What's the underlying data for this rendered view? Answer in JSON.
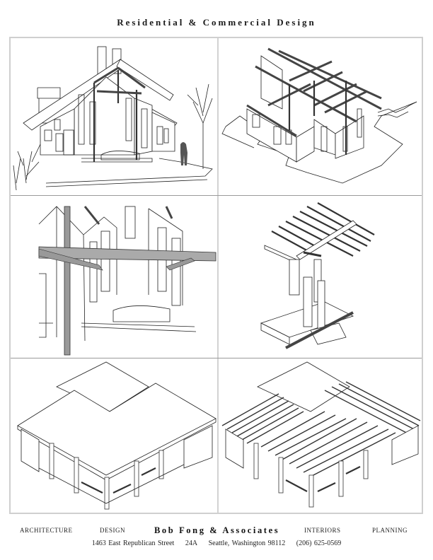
{
  "header": {
    "title": "Residential & Commercial Design"
  },
  "panels": [
    {
      "id": "exterior-perspective",
      "description": "Exterior perspective sketch of gabled house with trees and person"
    },
    {
      "id": "isometric-framing",
      "description": "Isometric cutaway of house framing with beams"
    },
    {
      "id": "interior-perspective",
      "description": "Interior perspective with exposed beams and tall windows"
    },
    {
      "id": "structural-details",
      "description": "Isometric beam-column joint and foundation details"
    },
    {
      "id": "isometric-roof",
      "description": "Isometric view of building with flat roof"
    },
    {
      "id": "isometric-trellis",
      "description": "Isometric view of building with trellis roof slats"
    }
  ],
  "footer": {
    "services": [
      "ARCHITECTURE",
      "DESIGN",
      "INTERIORS",
      "PLANNING"
    ],
    "firm_name": "Bob Fong & Associates",
    "address": {
      "street": "1463 East Republican Street",
      "unit": "24A",
      "city_state_zip": "Seattle, Washington  98112",
      "phone": "(206) 625-0569"
    }
  },
  "colors": {
    "border": "#cfcfcf",
    "divider": "#9a9a9a",
    "ink": "#222222"
  }
}
